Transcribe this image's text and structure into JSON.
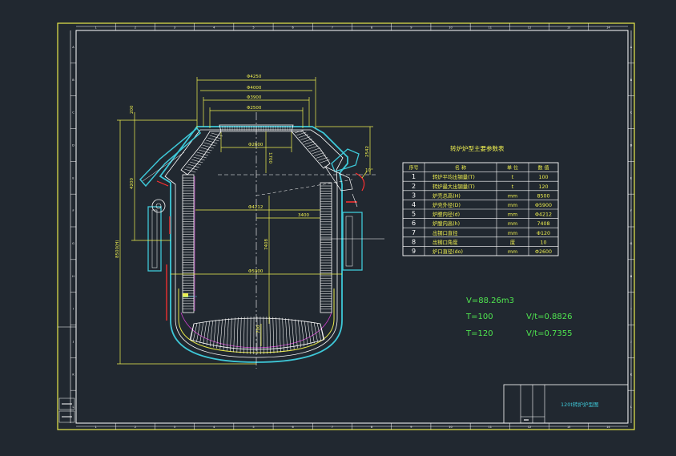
{
  "colors": {
    "background": "#212830",
    "frame": "#e8e84a",
    "white": "#ffffff",
    "cyan": "#3ec8d8",
    "yellow": "#f0f050",
    "green": "#50e850",
    "red": "#ff3030",
    "magenta": "#d040d0",
    "cream": "#fffbd0"
  },
  "dimensions": {
    "d4250": "Φ4250",
    "d4000": "Φ4000",
    "d3900": "Φ3900",
    "d2500": "Φ2500",
    "d2600_inner": "Φ2600",
    "h1700": "1700",
    "d4212": "Φ4212",
    "w3400": "3400",
    "d5900": "Φ5900",
    "h4200": "4200",
    "h8500": "8500(H)",
    "h7408": "7408",
    "h200": "200",
    "h2542": "2542",
    "h700": "700",
    "angle10": "10°"
  },
  "table": {
    "title": "转炉炉型主要参数表",
    "headers": [
      "序号",
      "名      称",
      "单  位",
      "数   值"
    ],
    "rows": [
      [
        "1",
        "转炉平均出钢量(T)",
        "t",
        "100"
      ],
      [
        "2",
        "转炉最大出钢量(T)",
        "t",
        "120"
      ],
      [
        "3",
        "炉壳总高(H)",
        "mm",
        "8500"
      ],
      [
        "4",
        "炉壳外径(D)",
        "mm",
        "Φ5900"
      ],
      [
        "5",
        "炉膛内径(d)",
        "mm",
        "Φ4212"
      ],
      [
        "6",
        "炉膛内高(h)",
        "mm",
        "7408"
      ],
      [
        "7",
        "出钢口直径",
        "mm",
        "Φ120"
      ],
      [
        "8",
        "出钢口角度",
        "度",
        "10"
      ],
      [
        "9",
        "炉口直径(do)",
        "mm",
        "Φ2600"
      ]
    ]
  },
  "notes": {
    "volume": "V=88.26m3",
    "t100": "T=100",
    "ratio100": "V/t=0.8826",
    "t120": "T=120",
    "ratio120": "V/t=0.7355"
  },
  "title_block": {
    "drawing_title": "120t转炉炉型图"
  },
  "border_marks": {
    "top_numbers": [
      "1",
      "2",
      "3",
      "4",
      "5",
      "6",
      "7",
      "8",
      "9",
      "10",
      "11",
      "12",
      "13",
      "14"
    ],
    "side_letters": [
      "A",
      "B",
      "C",
      "D",
      "E",
      "F",
      "G",
      "H",
      "I",
      "J",
      "K",
      "L"
    ]
  }
}
